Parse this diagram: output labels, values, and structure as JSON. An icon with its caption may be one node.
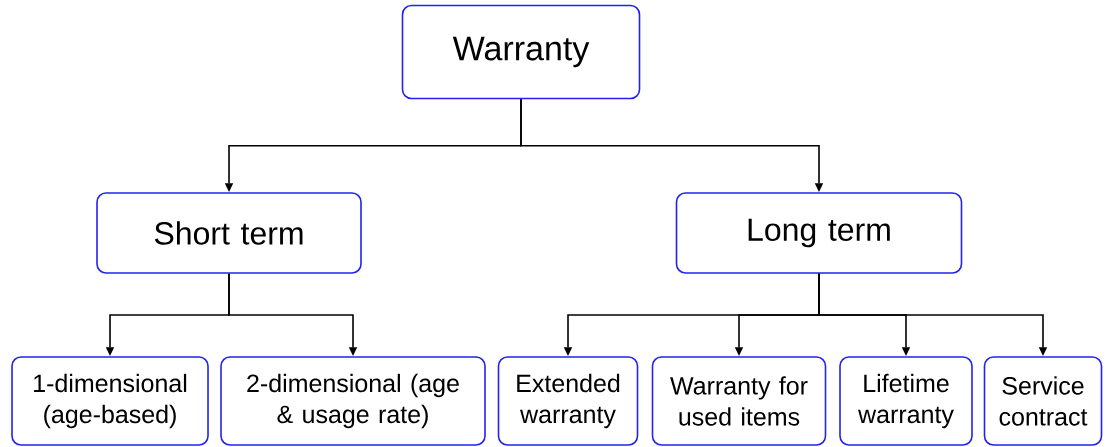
{
  "diagram": {
    "nodes": [
      {
        "text": [
          "Warranty"
        ]
      },
      {
        "text": [
          "Short term"
        ]
      },
      {
        "text": [
          "Long term"
        ]
      },
      {
        "text": [
          "1-dimensional (age-based)"
        ]
      },
      {
        "text": [
          "2-dimensional (age & usage rate)"
        ]
      },
      {
        "text": [
          "Extended warranty"
        ]
      },
      {
        "text": [
          "Warranty for used items"
        ]
      },
      {
        "text": [
          "Lifetime warranty"
        ]
      },
      {
        "text": [
          "Service contract"
        ]
      }
    ],
    "edges": [
      {
        "from": 0,
        "to": 1,
        "arrow": "to"
      },
      {
        "from": 0,
        "to": 2,
        "arrow": "to"
      },
      {
        "from": 1,
        "to": 3,
        "arrow": "to"
      },
      {
        "from": 1,
        "to": 4,
        "arrow": "to"
      },
      {
        "from": 2,
        "to": 5,
        "arrow": "to"
      },
      {
        "from": 2,
        "to": 6,
        "arrow": "to"
      },
      {
        "from": 2,
        "to": 7,
        "arrow": "to"
      },
      {
        "from": 2,
        "to": 8,
        "arrow": "to"
      }
    ]
  }
}
